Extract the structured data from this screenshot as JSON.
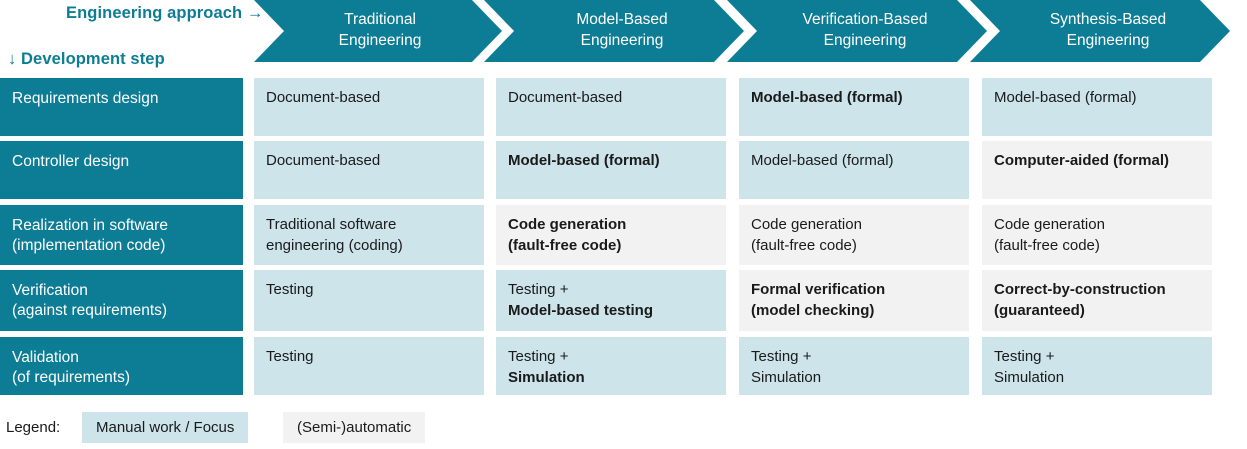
{
  "axes": {
    "approach_label": "Engineering approach →",
    "step_label": "↓ Development step"
  },
  "columns": [
    {
      "line1": "Traditional",
      "line2": "Engineering"
    },
    {
      "line1": "Model-Based",
      "line2": "Engineering"
    },
    {
      "line1": "Verification-Based",
      "line2": "Engineering"
    },
    {
      "line1": "Synthesis-Based",
      "line2": "Engineering"
    }
  ],
  "rows": [
    {
      "label_line1": "Requirements design",
      "label_line2": "",
      "cells": [
        {
          "line1": "Document-based",
          "line2": "",
          "bold1": false,
          "bold2": false,
          "style": "manual"
        },
        {
          "line1": "Document-based",
          "line2": "",
          "bold1": false,
          "bold2": false,
          "style": "manual"
        },
        {
          "line1": "Model-based (formal)",
          "line2": "",
          "bold1": true,
          "bold2": false,
          "style": "manual"
        },
        {
          "line1": "Model-based (formal)",
          "line2": "",
          "bold1": false,
          "bold2": false,
          "style": "manual"
        }
      ]
    },
    {
      "label_line1": "Controller design",
      "label_line2": "",
      "cells": [
        {
          "line1": "Document-based",
          "line2": "",
          "bold1": false,
          "bold2": false,
          "style": "manual"
        },
        {
          "line1": "Model-based (formal)",
          "line2": "",
          "bold1": true,
          "bold2": false,
          "style": "manual"
        },
        {
          "line1": "Model-based (formal)",
          "line2": "",
          "bold1": false,
          "bold2": false,
          "style": "manual"
        },
        {
          "line1": "Computer-aided (formal)",
          "line2": "",
          "bold1": true,
          "bold2": false,
          "style": "auto"
        }
      ]
    },
    {
      "label_line1": "Realization in software",
      "label_line2": "(implementation code)",
      "cells": [
        {
          "line1": "Traditional software",
          "line2": "engineering (coding)",
          "bold1": false,
          "bold2": false,
          "style": "manual"
        },
        {
          "line1": "Code generation",
          "line2": "(fault-free code)",
          "bold1": true,
          "bold2": true,
          "style": "auto"
        },
        {
          "line1": "Code generation",
          "line2": "(fault-free code)",
          "bold1": false,
          "bold2": false,
          "style": "auto"
        },
        {
          "line1": "Code generation",
          "line2": "(fault-free code)",
          "bold1": false,
          "bold2": false,
          "style": "auto"
        }
      ]
    },
    {
      "label_line1": "Verification",
      "label_line2": "(against requirements)",
      "cells": [
        {
          "line1": "Testing",
          "line2": "",
          "bold1": false,
          "bold2": false,
          "style": "manual"
        },
        {
          "line1": "Testing +",
          "line2": "Model-based testing",
          "bold1": false,
          "bold2": true,
          "style": "manual"
        },
        {
          "line1": "Formal verification",
          "line2": "(model checking)",
          "bold1": true,
          "bold2": true,
          "style": "auto"
        },
        {
          "line1": "Correct-by-construction",
          "line2": "(guaranteed)",
          "bold1": true,
          "bold2": true,
          "style": "auto"
        }
      ]
    },
    {
      "label_line1": "Validation",
      "label_line2": "(of requirements)",
      "cells": [
        {
          "line1": "Testing",
          "line2": "",
          "bold1": false,
          "bold2": false,
          "style": "manual"
        },
        {
          "line1": "Testing +",
          "line2": "Simulation",
          "bold1": false,
          "bold2": true,
          "style": "manual"
        },
        {
          "line1": "Testing +",
          "line2": "Simulation",
          "bold1": false,
          "bold2": false,
          "style": "manual"
        },
        {
          "line1": "Testing +",
          "line2": "Simulation",
          "bold1": false,
          "bold2": false,
          "style": "manual"
        }
      ]
    }
  ],
  "legend": {
    "title": "Legend:",
    "manual_label": "Manual work / Focus",
    "auto_label": "(Semi-)automatic"
  },
  "colors": {
    "teal": "#0d7d96",
    "manual_cell": "#cce4ea",
    "auto_cell": "#f2f2f2",
    "text": "#1a1a1a",
    "header_text": "#ffffff"
  }
}
